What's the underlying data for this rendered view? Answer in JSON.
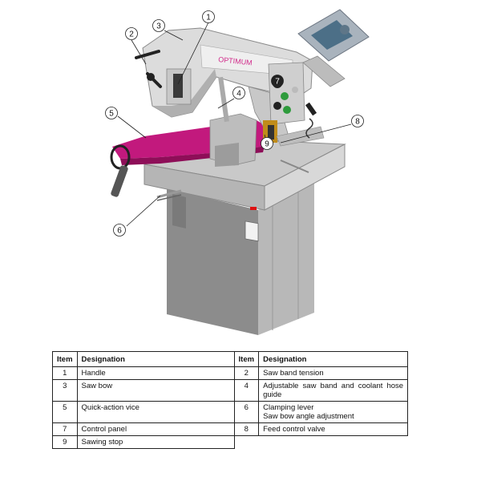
{
  "figure": {
    "brand_label": "OPTIMUM",
    "callouts": [
      "1",
      "2",
      "3",
      "4",
      "5",
      "6",
      "7",
      "8",
      "9"
    ]
  },
  "legend": {
    "headers": {
      "item": "Item",
      "designation": "Designation"
    },
    "rows": [
      {
        "item1": "1",
        "desc1": "Handle",
        "item2": "2",
        "desc2": "Saw band tension"
      },
      {
        "item1": "3",
        "desc1": "Saw bow",
        "item2": "4",
        "desc2": "Adjustable saw band and coolant hose guide"
      },
      {
        "item1": "5",
        "desc1": "Quick-action vice",
        "item2": "6",
        "desc2": "Clamping lever\nSaw bow angle adjustment"
      },
      {
        "item1": "7",
        "desc1": "Control panel",
        "item2": "8",
        "desc2": "Feed control valve"
      },
      {
        "item1": "9",
        "desc1": "Sawing stop"
      }
    ]
  }
}
